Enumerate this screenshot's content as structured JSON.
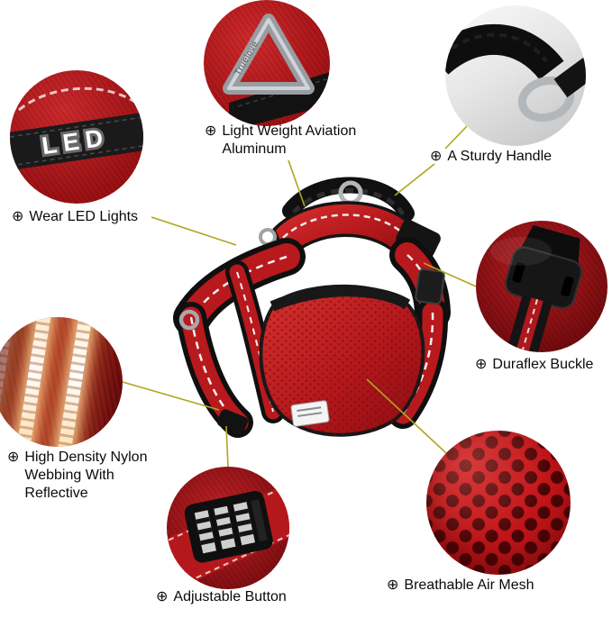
{
  "bullet_glyph": "⊕",
  "brand": {
    "ring_engraving": "Truelove",
    "led_strap_text": "LED"
  },
  "features": {
    "aluminum": {
      "label": "Light Weight Aviation Aluminum"
    },
    "handle": {
      "label": "A Sturdy Handle"
    },
    "led": {
      "label": "Wear LED Lights"
    },
    "buckle": {
      "label": "Duraflex Buckle"
    },
    "webbing": {
      "label": "High Density Nylon Webbing With Reflective"
    },
    "adjust": {
      "label": "Adjustable Button"
    },
    "mesh": {
      "label": "Breathable Air Mesh"
    }
  },
  "colors": {
    "background": "#ffffff",
    "harness_red": "#b5181c",
    "callout_line": "#b1a41f",
    "strap_black": "#141414",
    "metal_gray": "#a6a9ac",
    "mesh_red": "#c31519"
  }
}
